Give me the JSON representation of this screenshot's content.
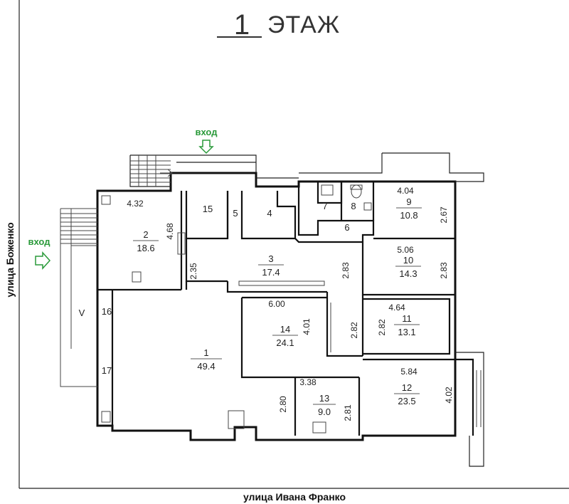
{
  "floor": {
    "number": "1",
    "word": "ЭТАЖ"
  },
  "streets": {
    "left": "улица Боженко",
    "bottom": "улица Ивана Франко"
  },
  "entrances": {
    "top": "вход",
    "left": "вход"
  },
  "rooms": [
    {
      "id": "1",
      "area": "49.4"
    },
    {
      "id": "2",
      "area": "18.6"
    },
    {
      "id": "3",
      "area": "17.4"
    },
    {
      "id": "4"
    },
    {
      "id": "5"
    },
    {
      "id": "6"
    },
    {
      "id": "7"
    },
    {
      "id": "8"
    },
    {
      "id": "9",
      "area": "10.8"
    },
    {
      "id": "10",
      "area": "14.3"
    },
    {
      "id": "11",
      "area": "13.1"
    },
    {
      "id": "12",
      "area": "23.5"
    },
    {
      "id": "13",
      "area": "9.0"
    },
    {
      "id": "14",
      "area": "24.1"
    },
    {
      "id": "15"
    },
    {
      "id": "16"
    },
    {
      "id": "17"
    },
    {
      "id": "V"
    }
  ],
  "dimensions": {
    "d432": "4.32",
    "d468": "4.68",
    "d235": "2.35",
    "d283a": "2.83",
    "d404": "4.04",
    "d267": "2.67",
    "d506": "5.06",
    "d283b": "2.83",
    "d600": "6.00",
    "d401": "4.01",
    "d464": "4.64",
    "d282a": "2.82",
    "d282b": "2.82",
    "d584": "5.84",
    "d402": "4.02",
    "d338": "3.38",
    "d280": "2.80",
    "d281": "2.81"
  }
}
